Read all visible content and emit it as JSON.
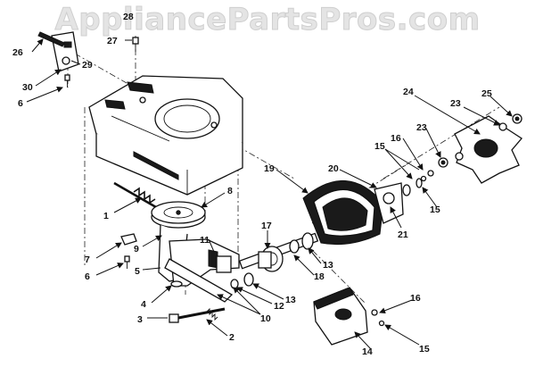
{
  "watermark": "AppliancePartsPros.com",
  "callouts": {
    "c1": "1",
    "c2": "2",
    "c3": "3",
    "c4": "4",
    "c5": "5",
    "c6a": "6",
    "c6b": "6",
    "c7": "7",
    "c8": "8",
    "c9": "9",
    "c10": "10",
    "c11": "11",
    "c12": "12",
    "c13a": "13",
    "c13b": "13",
    "c14": "14",
    "c15a": "15",
    "c15b": "15",
    "c15c": "15",
    "c16a": "16",
    "c16b": "16",
    "c17": "17",
    "c18": "18",
    "c19": "19",
    "c20": "20",
    "c21": "21",
    "c23a": "23",
    "c23b": "23",
    "c24": "24",
    "c25": "25",
    "c26": "26",
    "c27": "27",
    "c28": "28",
    "c29": "29",
    "c30": "30"
  }
}
